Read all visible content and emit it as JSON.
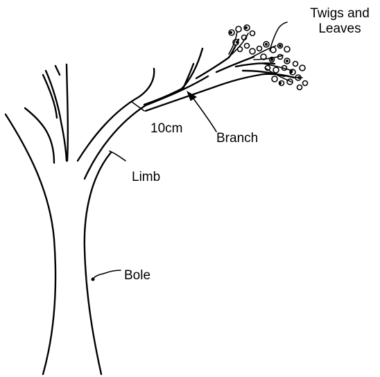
{
  "labels": {
    "twigs_line1": "Twigs and",
    "twigs_line2": "Leaves",
    "branch": "Branch",
    "size": "10cm",
    "limb": "Limb",
    "bole": "Bole"
  }
}
